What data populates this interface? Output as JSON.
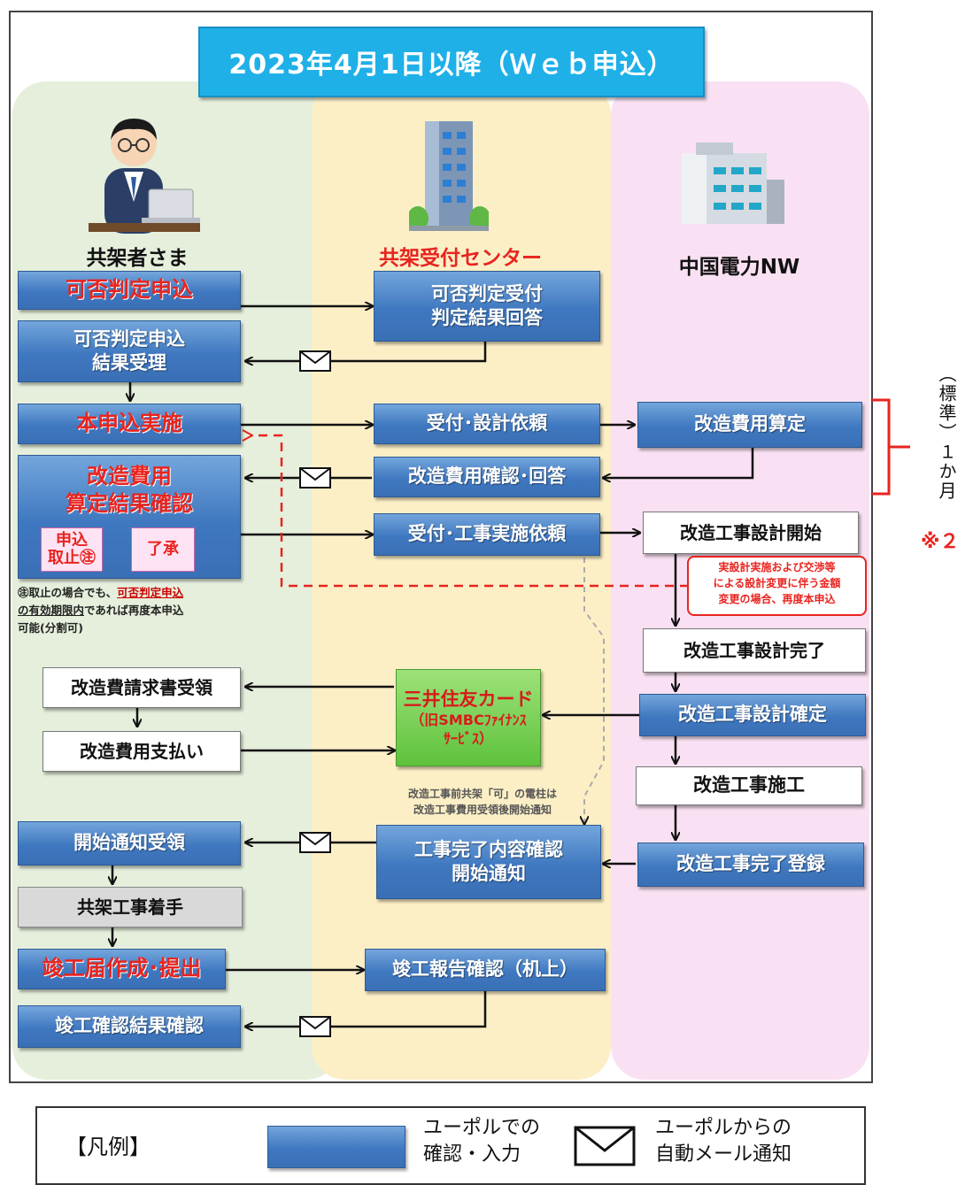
{
  "title": "2023年4月1日以降（Ｗｅｂ申込）",
  "lanes": {
    "customer": "共架者さま",
    "center": "共架受付センター",
    "chugoku": "中国電力NW"
  },
  "steps": {
    "kahi_moushikomi": "可否判定申込",
    "kahi_uketsuke_line1": "可否判定受付",
    "kahi_uketsuke_line2": "判定結果回答",
    "kahi_juri_line1": "可否判定申込",
    "kahi_juri_line2": "結果受理",
    "hon_moushikomi": "本申込実施",
    "uketsuke_sekkei": "受付･設計依頼",
    "kaizou_santei": "改造費用算定",
    "kaizou_kakunin": "改造費用確認･回答",
    "kekka_kakunin_line1": "改造費用",
    "kekka_kakunin_line2": "算定結果確認",
    "torikeshi_line1": "申込",
    "torikeshi_line2": "取止㊟",
    "shoudaku": "了承",
    "uketsuke_kouji": "受付･工事実施依頼",
    "sekkei_kaishi": "改造工事設計開始",
    "sekkei_kanryou": "改造工事設計完了",
    "seikyusho": "改造費請求書受領",
    "smbc_line1": "三井住友カード",
    "smbc_line2": "（旧SMBCﾌｧｲﾅﾝｽ",
    "smbc_line3": "ｻｰﾋﾞｽ）",
    "sekkei_kakutei": "改造工事設計確定",
    "shiharai": "改造費用支払い",
    "sekou": "改造工事施工",
    "kaishi_juryou": "開始通知受領",
    "kanryou_naiyou_line1": "工事完了内容確認",
    "kanryou_naiyou_line2": "開始通知",
    "kanryou_touroku": "改造工事完了登録",
    "chakushu": "共架工事着手",
    "shunkou_todoke": "竣工届作成･提出",
    "shunkou_houkoku": "竣工報告確認（机上）",
    "shunkou_kekka": "竣工確認結果確認"
  },
  "notes": {
    "redbox_line1": "実設計実施および交渉等",
    "redbox_line2": "による設計変更に伴う金額",
    "redbox_line3": "変更の場合、再度本申込",
    "torikeshi_line1a": "㊟取止の場合でも、",
    "torikeshi_line1b": "可否判定申込",
    "torikeshi_line2a": "の有効期限内",
    "torikeshi_line2b": "であれば再度本申込",
    "torikeshi_line3": "可能(分割可)",
    "gray_line1": "改造工事前共架「可」の電柱は",
    "gray_line2": "改造工事費用受領後開始通知"
  },
  "side_note": {
    "period": "（標準）１か月",
    "mark": "※２"
  },
  "legend": {
    "label": "【凡例】",
    "blue_line1": "ユーポルでの",
    "blue_line2": "確認・入力",
    "mail_line1": "ユーポルからの",
    "mail_line2": "自動メール通知"
  },
  "colors": {
    "title_bg": "#1fb0e8",
    "lane_customer": "#e5efdc",
    "lane_center": "#fcefc6",
    "lane_chugoku": "#f9e1f3",
    "box_blue": "#3f78c0",
    "accent_red": "#e8241f",
    "box_green": "#5ec23b"
  },
  "icons": [
    "person-at-laptop-icon",
    "office-building-icon",
    "factory-building-icon",
    "mail-envelope-icon"
  ]
}
